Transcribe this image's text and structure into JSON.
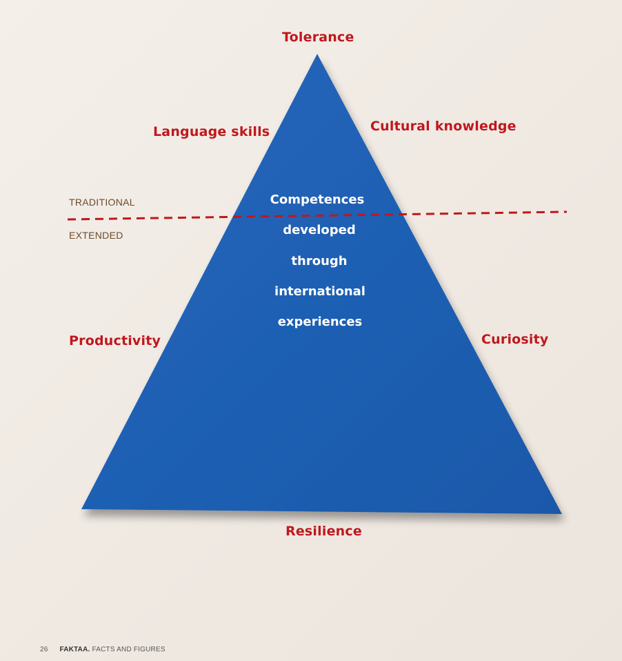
{
  "diagram": {
    "labels": {
      "top": "Tolerance",
      "upper_left": "Language skills",
      "upper_right": "Cultural knowledge",
      "middle_left": "Productivity",
      "middle_right": "Curiosity",
      "bottom": "Resilience"
    },
    "center_lines": [
      "Competences",
      "developed",
      "through",
      "international",
      "experiences"
    ],
    "zones": {
      "above_line": "TRADITIONAL",
      "below_line": "EXTENDED"
    },
    "colors": {
      "triangle": "#1c5fb3",
      "labels": "#c0171d",
      "dashed_line": "#c0171d",
      "zone_labels": "#6b4a2a"
    }
  },
  "footer": {
    "page_number": "26",
    "brand": "FAKTAA.",
    "title": "FACTS AND FIGURES"
  }
}
